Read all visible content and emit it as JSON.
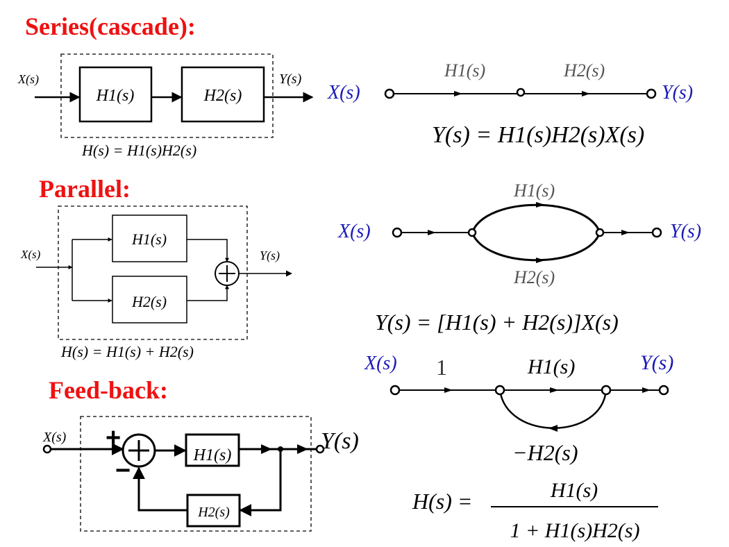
{
  "colors": {
    "heading": "#ee1111",
    "signal": "#1a1ab8",
    "gain": "#555555",
    "line": "#000000"
  },
  "series": {
    "title": "Series(cascade):",
    "block": {
      "input": "X(s)",
      "output": "Y(s)",
      "h1": "H1(s)",
      "h2": "H2(s)",
      "equation": "H(s) = H1(s)H2(s)"
    },
    "flow": {
      "input": "X(s)",
      "output": "Y(s)",
      "gain1": "H1(s)",
      "gain2": "H2(s)",
      "equation": "Y(s) = H1(s)H2(s)X(s)"
    }
  },
  "parallel": {
    "title": "Parallel:",
    "block": {
      "input": "X(s)",
      "output": "Y(s)",
      "h1": "H1(s)",
      "h2": "H2(s)",
      "equation": "H(s) = H1(s) + H2(s)"
    },
    "flow": {
      "input": "X(s)",
      "output": "Y(s)",
      "gain_top": "H1(s)",
      "gain_bottom": "H2(s)",
      "equation": "Y(s) = [H1(s) + H2(s)]X(s)"
    }
  },
  "feedback": {
    "title": "Feed-back:",
    "block": {
      "input": "X(s)",
      "output": "Y(s)",
      "h1": "H1(s)",
      "h2": "H2(s)",
      "plus_sign": "+",
      "minus_sign": "−"
    },
    "flow": {
      "input": "X(s)",
      "output": "Y(s)",
      "gain_in": "1",
      "gain_forward": "H1(s)",
      "gain_back": "−H2(s)"
    },
    "equation": {
      "lhs": "H(s) =",
      "numerator": "H1(s)",
      "denominator": "1 + H1(s)H2(s)"
    }
  }
}
